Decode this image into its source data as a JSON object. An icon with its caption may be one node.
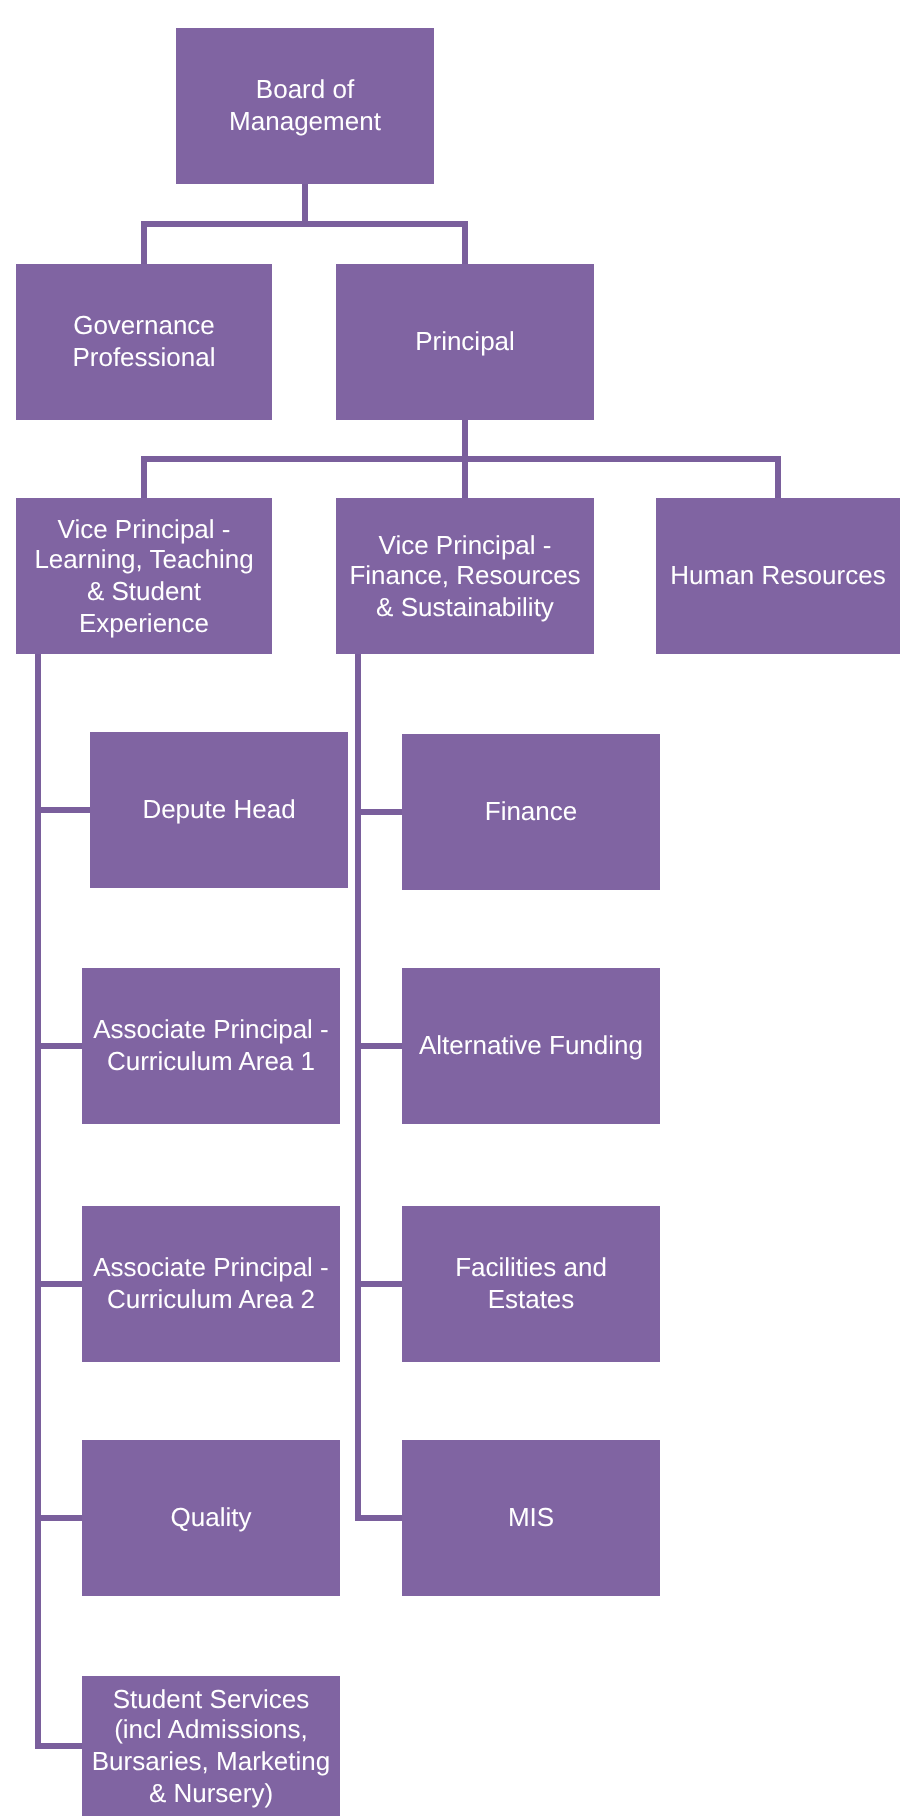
{
  "diagram": {
    "nodes": [
      {
        "text": [
          "Board of Management"
        ]
      },
      {
        "text": [
          "Governance Professional"
        ]
      },
      {
        "text": [
          "Principal"
        ]
      },
      {
        "text": [
          "Vice Principal - Learning, Teaching & Student Experience"
        ]
      },
      {
        "text": [
          "Vice Principal - Finance, Resources & Sustainability"
        ]
      },
      {
        "text": [
          "Human Resources"
        ]
      },
      {
        "text": [
          "Depute Head"
        ]
      },
      {
        "text": [
          "Associate Principal  - Curriculum Area 1"
        ]
      },
      {
        "text": [
          "Associate Principal - Curriculum Area 2"
        ]
      },
      {
        "text": [
          "Quality"
        ]
      },
      {
        "text": [
          "Student Services (incl Admissions, Bursaries, Marketing & Nursery)"
        ]
      },
      {
        "text": [
          "Finance"
        ]
      },
      {
        "text": [
          "Alternative Funding"
        ]
      },
      {
        "text": [
          "Facilities and Estates"
        ]
      },
      {
        "text": [
          "MIS"
        ]
      }
    ],
    "edges": [
      {
        "from": 0,
        "to": 1,
        "arrow": "none"
      },
      {
        "from": 0,
        "to": 2,
        "arrow": "none"
      },
      {
        "from": 2,
        "to": 3,
        "arrow": "none"
      },
      {
        "from": 2,
        "to": 4,
        "arrow": "none"
      },
      {
        "from": 2,
        "to": 5,
        "arrow": "none"
      },
      {
        "from": 3,
        "to": 6,
        "arrow": "none"
      },
      {
        "from": 3,
        "to": 7,
        "arrow": "none"
      },
      {
        "from": 3,
        "to": 8,
        "arrow": "none"
      },
      {
        "from": 3,
        "to": 9,
        "arrow": "none"
      },
      {
        "from": 3,
        "to": 10,
        "arrow": "none"
      },
      {
        "from": 4,
        "to": 11,
        "arrow": "none"
      },
      {
        "from": 4,
        "to": 12,
        "arrow": "none"
      },
      {
        "from": 4,
        "to": 13,
        "arrow": "none"
      },
      {
        "from": 4,
        "to": 14,
        "arrow": "none"
      }
    ]
  }
}
